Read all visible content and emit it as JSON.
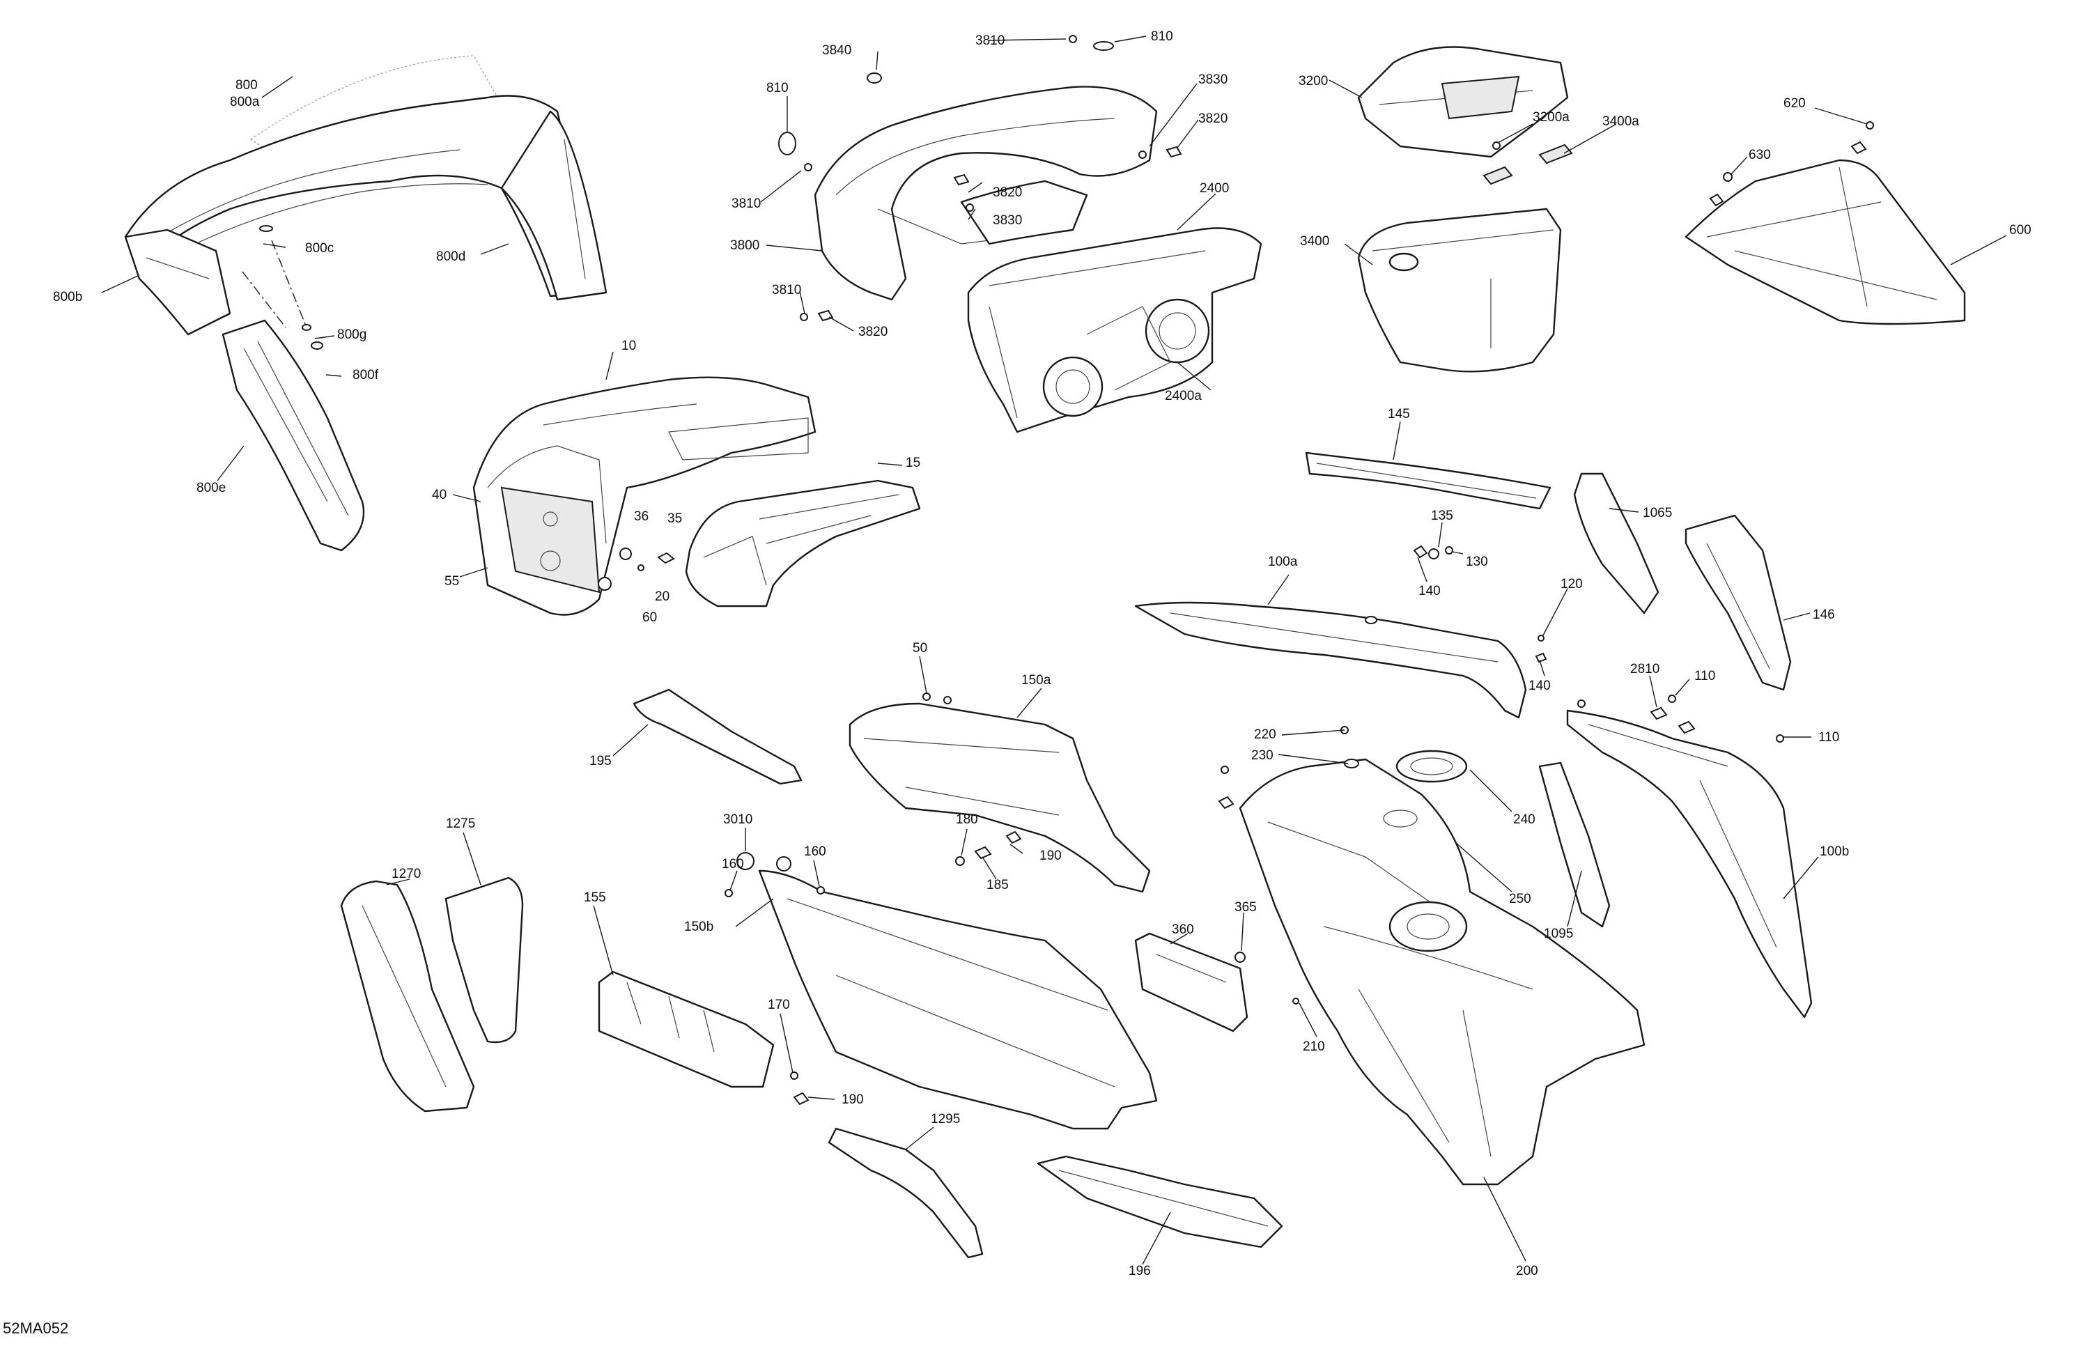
{
  "reference_code": "52MA052",
  "callouts": {
    "c800": "800",
    "c800a": "800a",
    "c800b": "800b",
    "c800c": "800c",
    "c800d": "800d",
    "c800e": "800e",
    "c800f": "800f",
    "c800g": "800g",
    "c10": "10",
    "c15": "15",
    "c20": "20",
    "c35": "35",
    "c36": "36",
    "c40": "40",
    "c55": "55",
    "c60": "60",
    "c3840": "3840",
    "c3810a": "3810",
    "c810a": "810",
    "c810b": "810",
    "c3830a": "3830",
    "c3820a": "3820",
    "c3810b": "3810",
    "c3820b": "3820",
    "c3830b": "3830",
    "c3800": "3800",
    "c3810c": "3810",
    "c3820c": "3820",
    "c2400": "2400",
    "c2400a": "2400a",
    "c3200": "3200",
    "c3200a": "3200a",
    "c3400a": "3400a",
    "c3400": "3400",
    "c620": "620",
    "c630": "630",
    "c600": "600",
    "c145": "145",
    "c135": "135",
    "c130": "130",
    "c140a": "140",
    "c100a": "100a",
    "c1065": "1065",
    "c146": "146",
    "c120": "120",
    "c140b": "140",
    "c2810": "2810",
    "c110a": "110",
    "c110b": "110",
    "c100b": "100b",
    "c1095": "1095",
    "c220": "220",
    "c230": "230",
    "c240": "240",
    "c250": "250",
    "c200": "200",
    "c210": "210",
    "c360": "360",
    "c365": "365",
    "c50": "50",
    "c150a": "150a",
    "c195": "195",
    "c180": "180",
    "c190a": "190",
    "c185": "185",
    "c3010": "3010",
    "c160a": "160",
    "c160b": "160",
    "c150b": "150b",
    "c155": "155",
    "c170": "170",
    "c190b": "190",
    "c1270": "1270",
    "c1275": "1275",
    "c1295": "1295",
    "c196": "196"
  }
}
